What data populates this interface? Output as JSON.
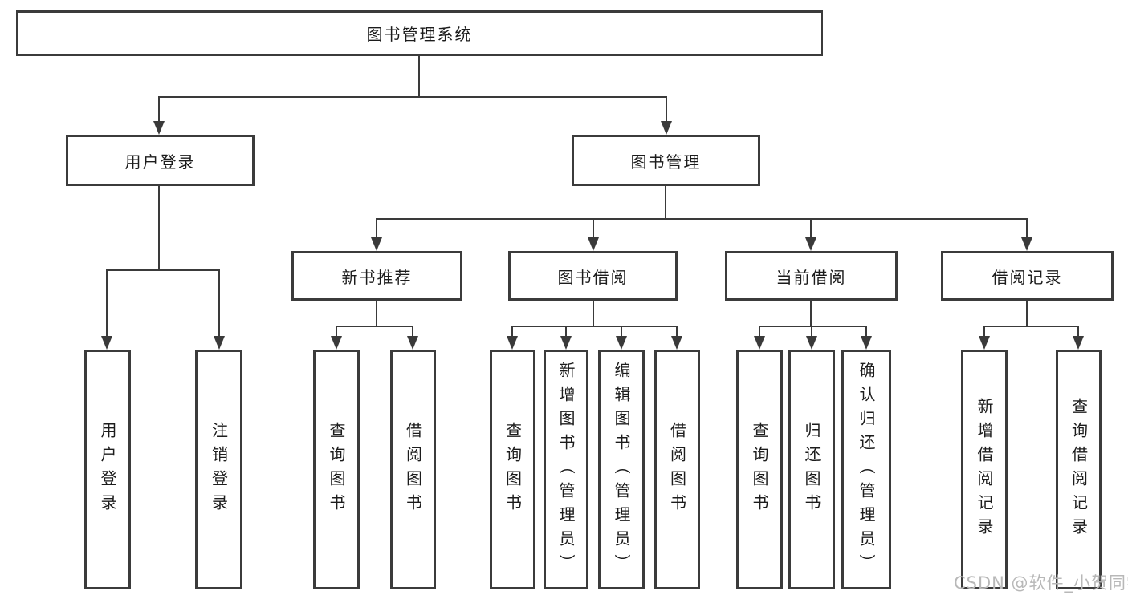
{
  "nodes": {
    "root": "图书管理系统",
    "level2": [
      "用户登录",
      "图书管理"
    ],
    "level3": [
      "新书推荐",
      "图书借阅",
      "当前借阅",
      "借阅记录"
    ],
    "leaves": [
      "用户登录",
      "注销登录",
      "查询图书",
      "借阅图书",
      "查询图书",
      "新增图书（管理员）",
      "编辑图书（管理员）",
      "借阅图书",
      "查询图书",
      "归还图书",
      "确认归还（管理员）",
      "新增借阅记录",
      "查询借阅记录"
    ]
  },
  "hierarchy": {
    "图书管理系统": {
      "用户登录": [
        "用户登录",
        "注销登录"
      ],
      "图书管理": {
        "新书推荐": [
          "查询图书",
          "借阅图书"
        ],
        "图书借阅": [
          "查询图书",
          "新增图书（管理员）",
          "编辑图书（管理员）",
          "借阅图书"
        ],
        "当前借阅": [
          "查询图书",
          "归还图书",
          "确认归还（管理员）"
        ],
        "借阅记录": [
          "新增借阅记录",
          "查询借阅记录"
        ]
      }
    }
  },
  "watermark": "CSDN @软件_小贺同学",
  "colors": {
    "line": "#3a3a3a",
    "border": "#3b3b3b",
    "text": "#1c1c1c",
    "watermark": "#b8b8b8",
    "background": "#ffffff"
  }
}
